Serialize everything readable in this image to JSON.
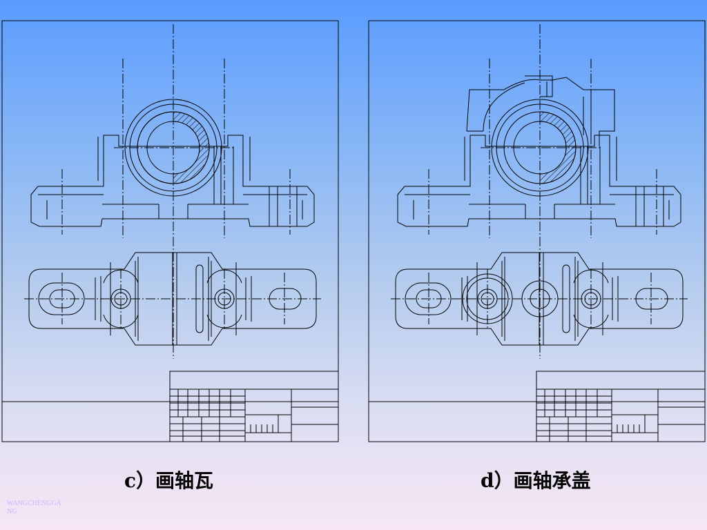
{
  "captions": {
    "c": "c）画轴瓦",
    "d": "d）画轴承盖"
  },
  "watermark": "WANGCHENGGANG",
  "colors": {
    "line": "#000000",
    "hatch": "#000000"
  }
}
